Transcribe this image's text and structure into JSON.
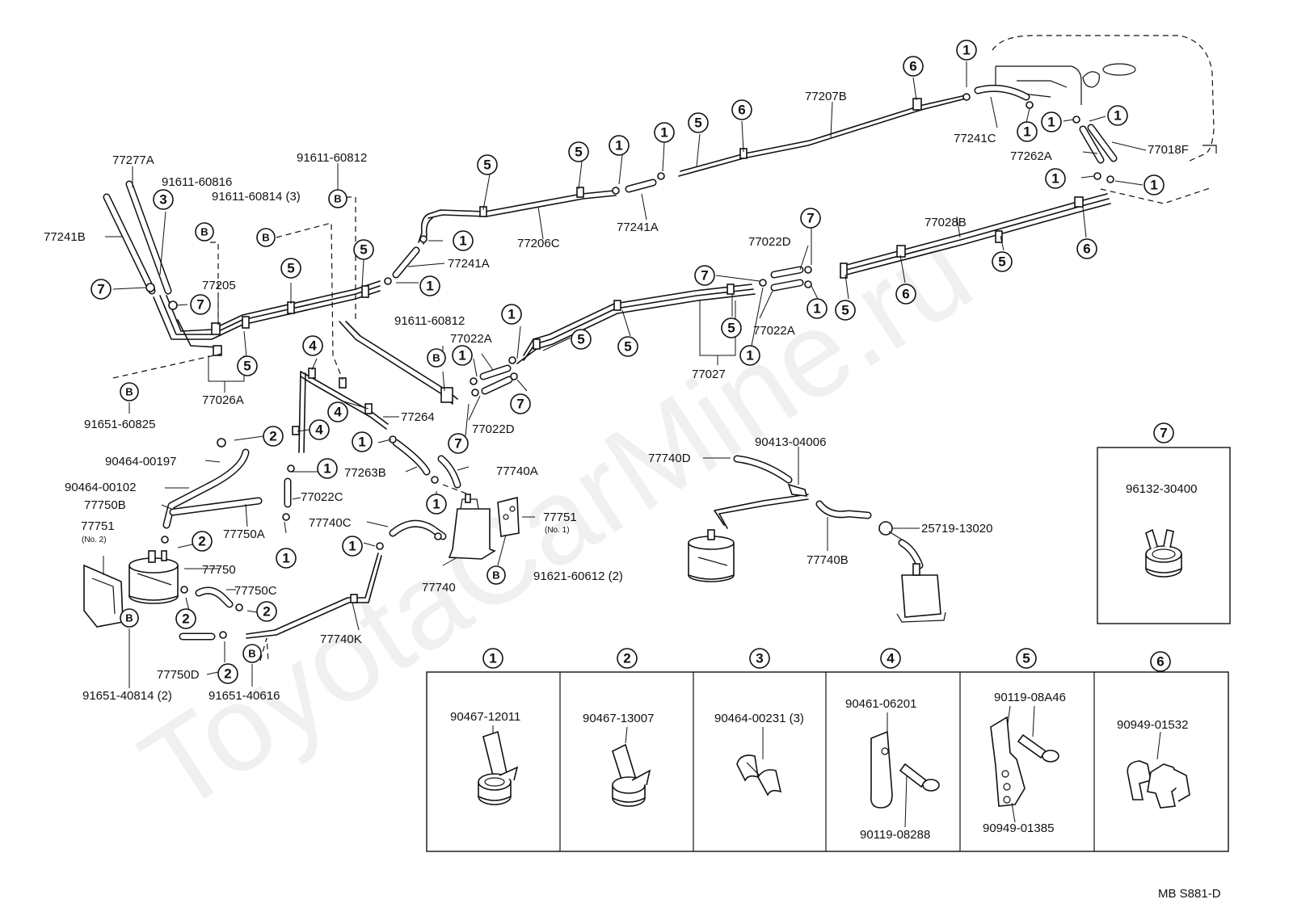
{
  "watermark": "ToyotaCarMine.ru",
  "figure_code": "MB S881-D",
  "labels": {
    "p77277A": "77277A",
    "p77241B": "77241B",
    "p91611_60816": "91611-60816",
    "p91611_60812a": "91611-60812",
    "p91611_60814": "91611-60814 (3)",
    "p77205": "77205",
    "p77026A": "77026A",
    "p91651_60825": "91651-60825",
    "p77206C": "77206C",
    "p77241A_mid": "77241A",
    "p77241A_low": "77241A",
    "p77207B": "77207B",
    "p77241C": "77241C",
    "p77262A": "77262A",
    "p77018F": "77018F",
    "p77028B": "77028B",
    "p77022D_top": "77022D",
    "p77022A_right": "77022A",
    "p77027": "77027",
    "p91611_60812b": "91611-60812",
    "p77022A_left": "77022A",
    "p77022D_low": "77022D",
    "p77264": "77264",
    "p77263B": "77263B",
    "p77740A": "77740A",
    "p90464_00197": "90464-00197",
    "p90464_00102": "90464-00102",
    "p77750B": "77750B",
    "p77022C": "77022C",
    "p77750A": "77750A",
    "p77751_no2": "77751",
    "p77751_no2_sub": "(No. 2)",
    "p77750": "77750",
    "p77740C": "77740C",
    "p77751_no1": "77751",
    "p77751_no1_sub": "(No. 1)",
    "p77740": "77740",
    "p91621_60612": "91621-60612 (2)",
    "p77750C": "77750C",
    "p77740K": "77740K",
    "p77750D": "77750D",
    "p91651_40814": "91651-40814 (2)",
    "p91651_40616": "91651-40616",
    "p77740D": "77740D",
    "p90413_04006": "90413-04006",
    "p25719_13020": "25719-13020",
    "p77740B": "77740B",
    "p96132_30400": "96132-30400"
  },
  "callouts": {
    "one": "1",
    "two": "2",
    "three": "3",
    "four": "4",
    "five": "5",
    "six": "6",
    "seven": "7",
    "b": "B"
  },
  "clamp_table": [
    {
      "number": "1",
      "part": "90467-12011",
      "part2": ""
    },
    {
      "number": "2",
      "part": "90467-13007",
      "part2": ""
    },
    {
      "number": "3",
      "part": "90464-00231 (3)",
      "part2": ""
    },
    {
      "number": "4",
      "part": "90461-06201",
      "part2": "90119-08288"
    },
    {
      "number": "5",
      "part": "90119-08A46",
      "part2": "90949-01385"
    },
    {
      "number": "6",
      "part": "90949-01532",
      "part2": ""
    }
  ],
  "clamp7": {
    "number": "7",
    "part": "96132-30400"
  }
}
